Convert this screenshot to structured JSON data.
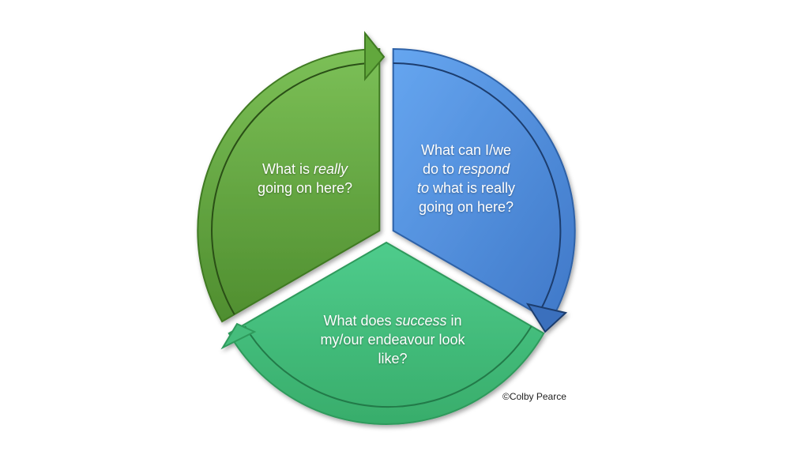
{
  "segments": [
    {
      "id": "green",
      "color": "#6fb64a",
      "parts": {
        "a": "What is ",
        "b": "really",
        "c": "going on here?"
      }
    },
    {
      "id": "blue",
      "color": "#4f8fdc",
      "parts": {
        "a": "What can I/we",
        "b": "do to ",
        "c": "respond",
        "d": "to",
        "e": " what is really",
        "f": "going on here?"
      }
    },
    {
      "id": "teal",
      "color": "#46c47f",
      "parts": {
        "a": "What does ",
        "b": "success",
        "c": " in",
        "d": "my/our endeavour look",
        "e": "like?"
      }
    }
  ],
  "copyright": "©Colby Pearce"
}
